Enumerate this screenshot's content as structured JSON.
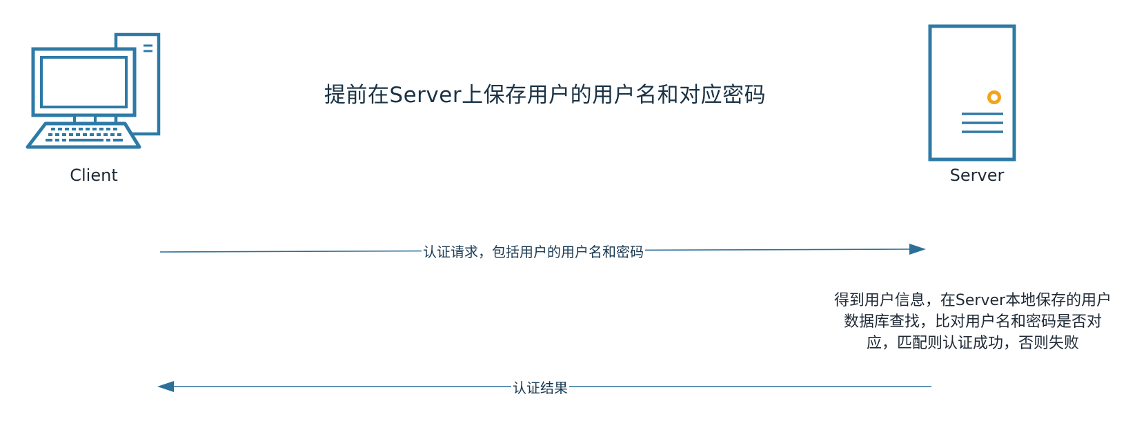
{
  "title": "提前在Server上保存用户的用户名和对应密码",
  "client": {
    "label": "Client",
    "icon": "desktop-computer-icon"
  },
  "server": {
    "label": "Server",
    "icon": "server-tower-icon",
    "note_lines": [
      "得到用户信息，在Server本地保存的用户",
      "数据库查找，比对用户名和密码是否对",
      "应，匹配则认证成功，否则失败"
    ]
  },
  "messages": {
    "request": "认证请求，包括用户的用户名和密码",
    "response": "认证结果"
  },
  "colors": {
    "icon_stroke": "#2e7aa6",
    "arrow": "#2c6f98",
    "server_led": "#f2a41c",
    "text": "#1f2a36"
  }
}
